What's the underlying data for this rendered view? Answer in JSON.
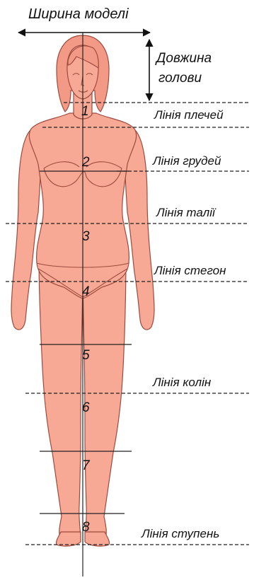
{
  "colors": {
    "skin": "#f7a996",
    "outline": "#9e4a3e",
    "line": "#222222",
    "text": "#111111",
    "background": "#ffffff"
  },
  "top_label": "Ширина моделі",
  "head_label_line1": "Довжина",
  "head_label_line2": "голови",
  "line_labels": {
    "shoulders": "Лінія плечей",
    "chest": "Лінія грудей",
    "waist": "Лінія талії",
    "hips": "Лінія стегон",
    "knees": "Лінія колін",
    "feet": "Лінія ступень"
  },
  "segment_numbers": [
    "1",
    "2",
    "3",
    "4",
    "5",
    "6",
    "7",
    "8"
  ]
}
